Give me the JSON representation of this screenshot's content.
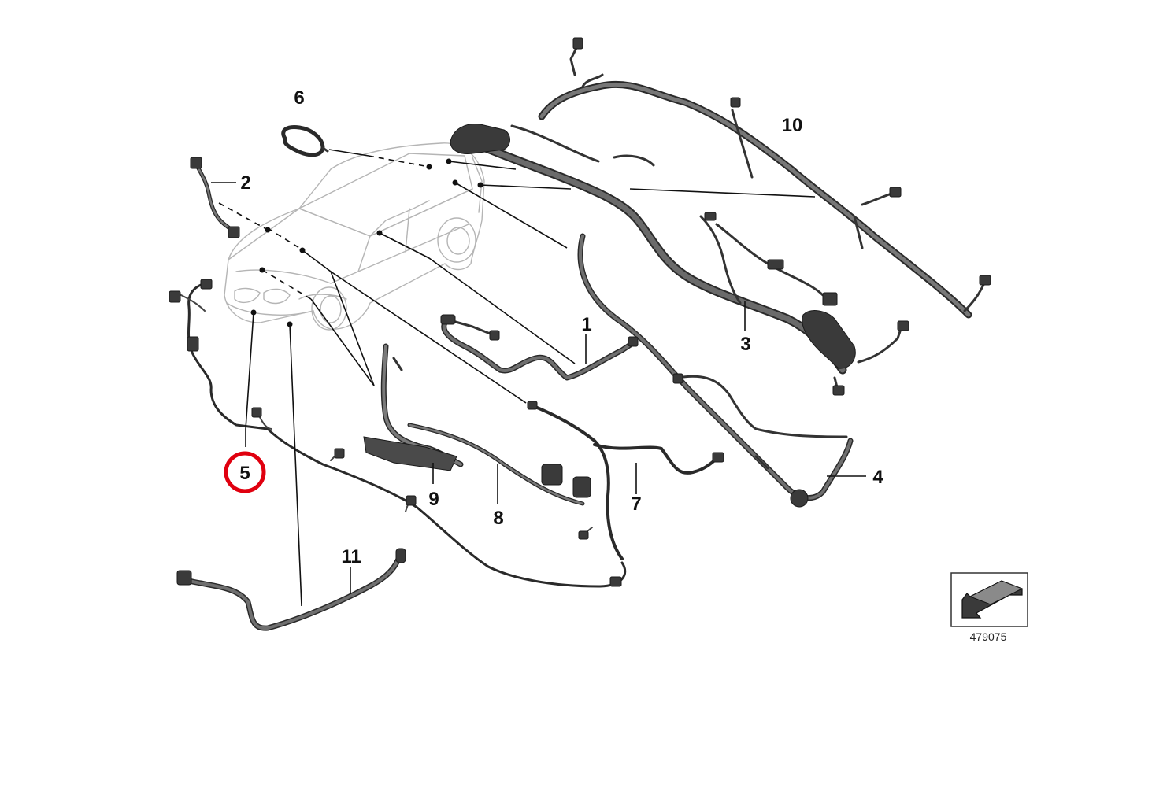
{
  "diagram": {
    "callouts": [
      {
        "id": "1",
        "label": "1"
      },
      {
        "id": "2",
        "label": "2"
      },
      {
        "id": "3",
        "label": "3"
      },
      {
        "id": "4",
        "label": "4"
      },
      {
        "id": "5",
        "label": "5",
        "highlighted": true
      },
      {
        "id": "6",
        "label": "6"
      },
      {
        "id": "7",
        "label": "7"
      },
      {
        "id": "8",
        "label": "8"
      },
      {
        "id": "9",
        "label": "9"
      },
      {
        "id": "10",
        "label": "10"
      },
      {
        "id": "11",
        "label": "11"
      }
    ],
    "reference_number": "479075",
    "highlight_color": "#e0000f",
    "harness_color": "#555555",
    "harness_outline_color": "#2a2a2a",
    "car_outline_color": "#b5b5b5"
  }
}
